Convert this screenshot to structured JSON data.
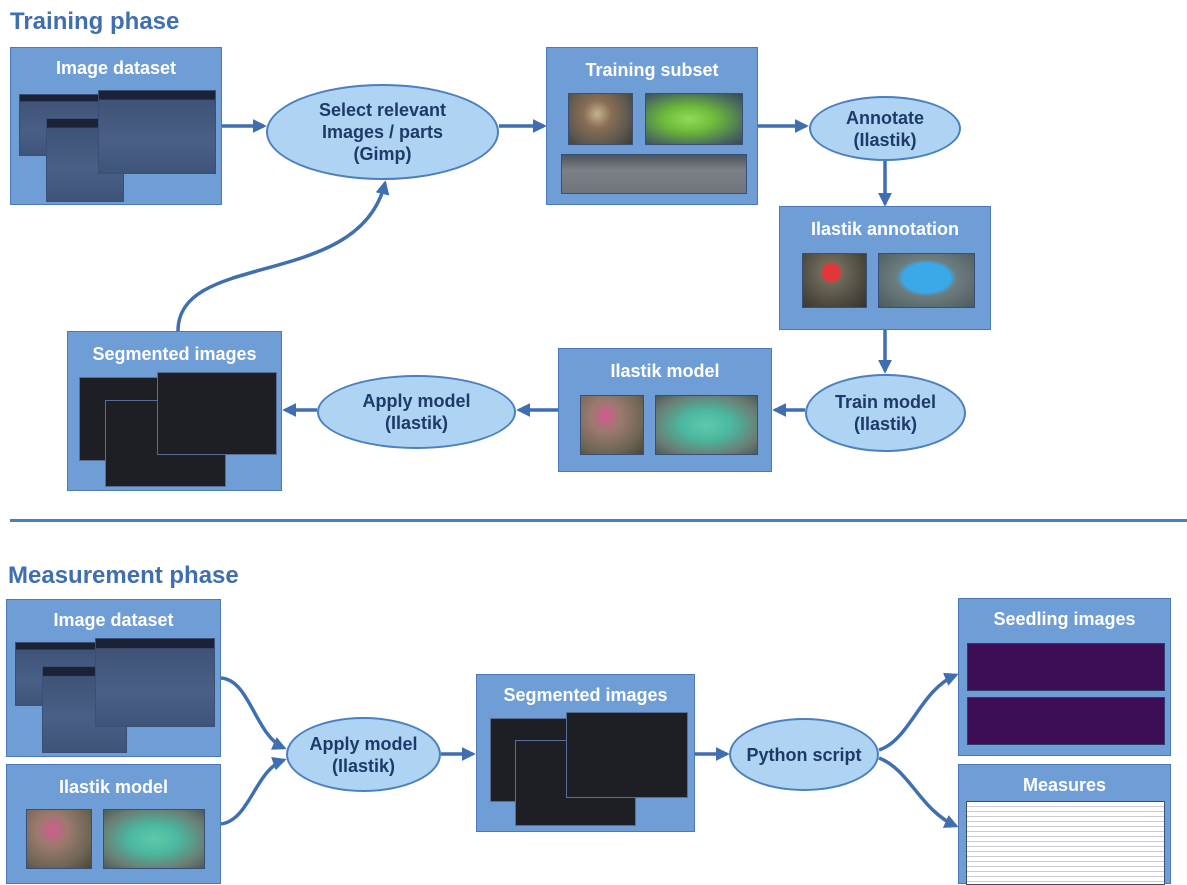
{
  "training": {
    "title": "Training phase",
    "image_dataset": "Image dataset",
    "select_oval": "Select relevant\nImages / parts\n(Gimp)",
    "training_subset": "Training subset",
    "annotate_oval": "Annotate\n(Ilastik)",
    "ilastik_annotation": "Ilastik annotation",
    "train_oval": "Train model\n(Ilastik)",
    "ilastik_model": "Ilastik model",
    "apply_oval": "Apply model\n(Ilastik)",
    "segmented_images": "Segmented images"
  },
  "measurement": {
    "title": "Measurement phase",
    "image_dataset": "Image dataset",
    "ilastik_model": "Ilastik model",
    "apply_oval": "Apply model\n(Ilastik)",
    "segmented_images": "Segmented images",
    "python_oval": "Python script",
    "seedling_images": "Seedling images",
    "measures": "Measures"
  },
  "colors": {
    "title": "#3f6fb0",
    "box": "#6f9dd6",
    "oval": "#aed3f3",
    "arrow": "#3f6fb0"
  }
}
